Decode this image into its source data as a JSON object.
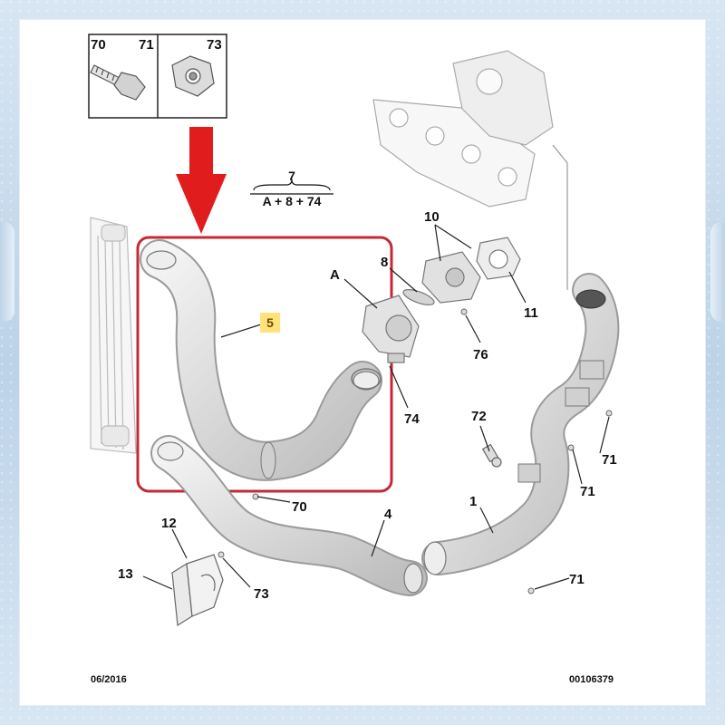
{
  "fastener_box": {
    "labels": [
      "70",
      "71",
      "73"
    ]
  },
  "assembly": {
    "kit_number": "7",
    "formula": "A + 8 + 74"
  },
  "highlight_part": "5",
  "callouts": {
    "A": "A",
    "p1": "1",
    "p4": "4",
    "p8": "8",
    "p10": "10",
    "p11": "11",
    "p12": "12",
    "p13": "13",
    "p70": "70",
    "p71a": "71",
    "p71b": "71",
    "p71c": "71",
    "p72": "72",
    "p73": "73",
    "p74": "74",
    "p76": "76"
  },
  "footer": {
    "date": "06/2016",
    "code": "00106379"
  },
  "colors": {
    "arrow": "#e11c1c",
    "highlight_box": "#c42a36",
    "highlight_tag": "#ffe37a"
  }
}
